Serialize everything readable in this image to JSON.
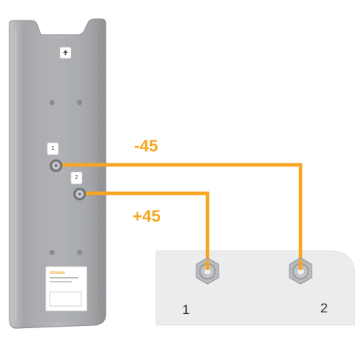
{
  "diagram": {
    "labels": {
      "minus45": "-45",
      "plus45": "+45",
      "port1": "1",
      "port2": "2"
    },
    "antenna": {
      "connector1_badge": "1",
      "connector2_badge": "2",
      "brand": "mimosa"
    },
    "colors": {
      "cable": "#f5a623",
      "antenna_body": "#a9abae",
      "radio_box": "#ededee"
    }
  }
}
